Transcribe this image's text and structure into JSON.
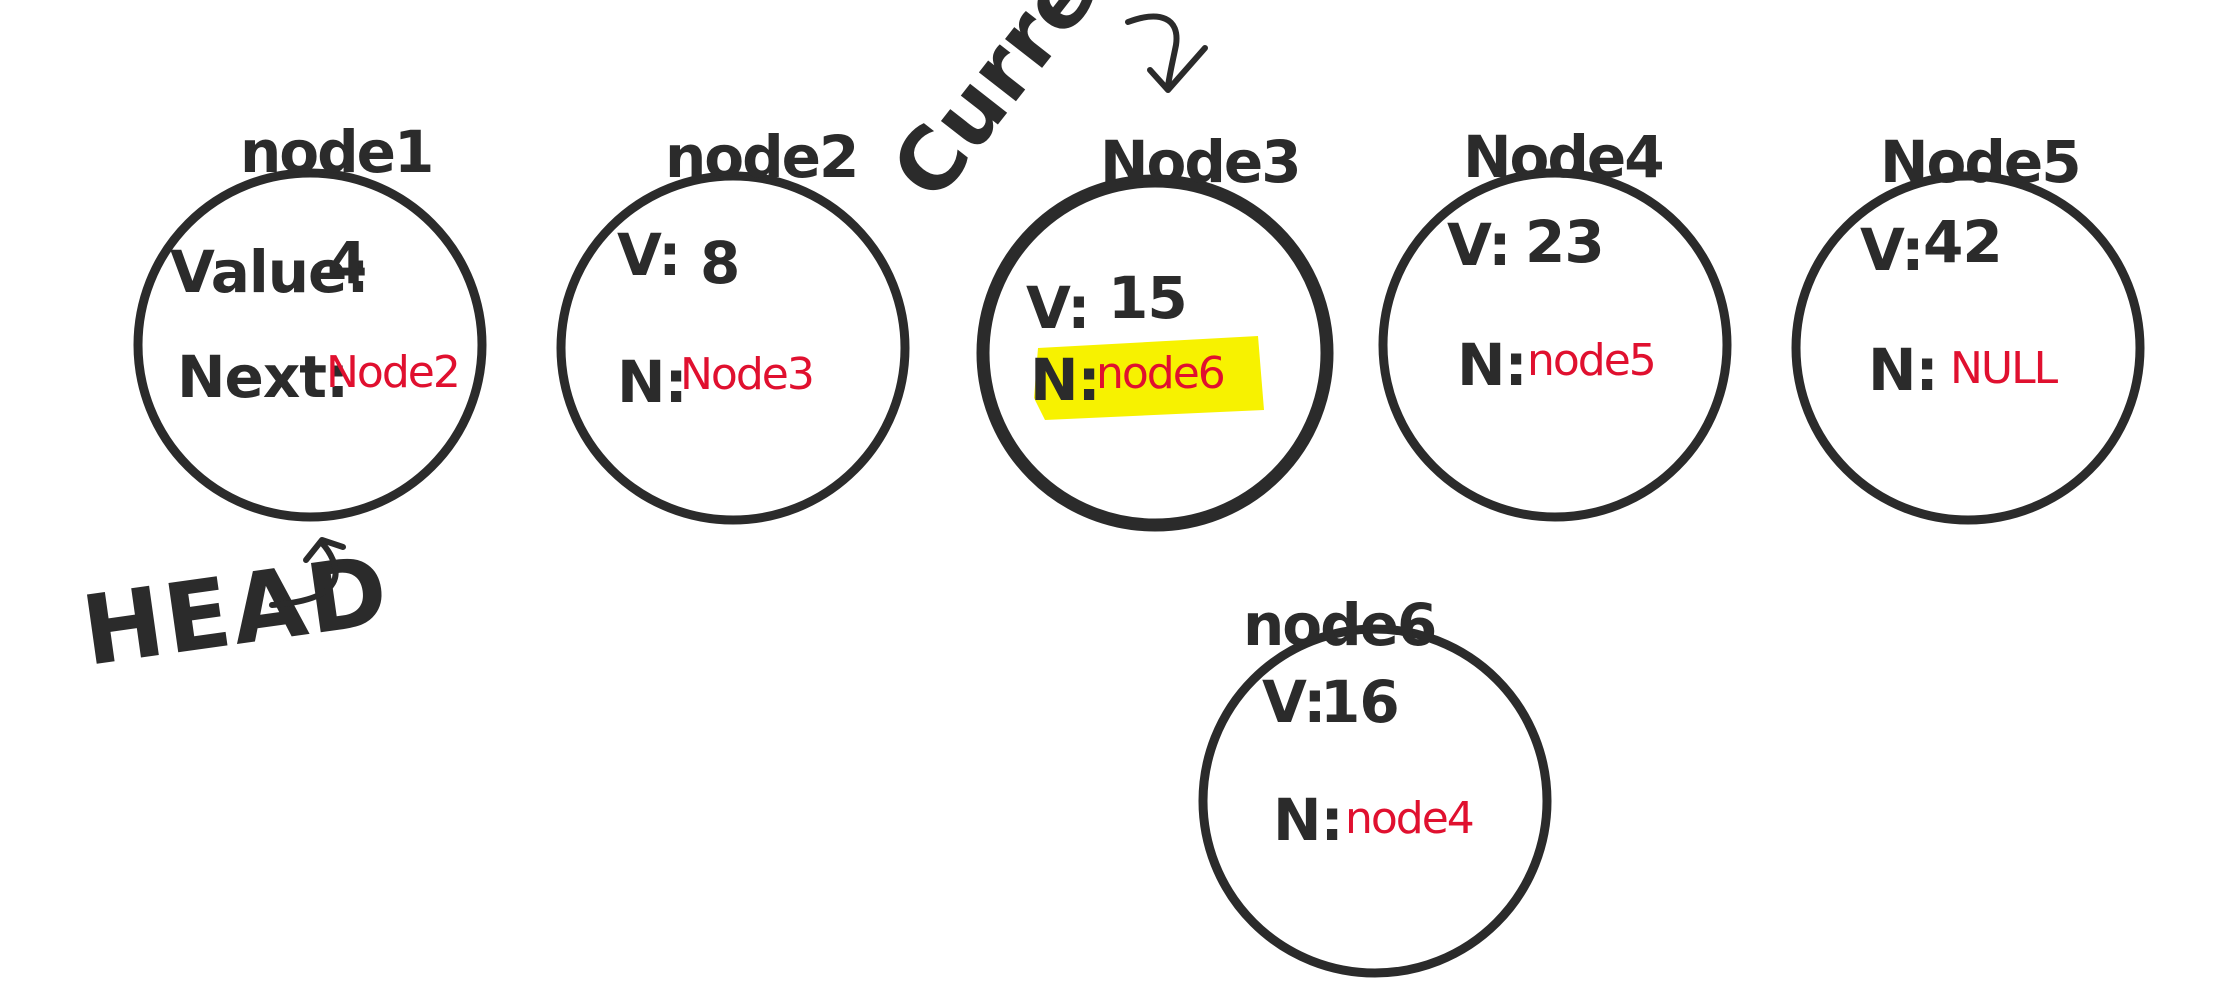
{
  "nodes": [
    {
      "title": "node1",
      "value_label": "Value:",
      "value": "4",
      "next_label": "Next:",
      "next": "Node2"
    },
    {
      "title": "node2",
      "value_label": "V:",
      "value": "8",
      "next_label": "N:",
      "next": "Node3"
    },
    {
      "title": "Node3",
      "value_label": "V:",
      "value": "15",
      "next_label": "N:",
      "next": "node6"
    },
    {
      "title": "Node4",
      "value_label": "V:",
      "value": "23",
      "next_label": "N:",
      "next": "node5"
    },
    {
      "title": "Node5",
      "value_label": "V:",
      "value": "42",
      "next_label": "N:",
      "next": "NULL"
    },
    {
      "title": "node6",
      "value_label": "V:",
      "value": "16",
      "next_label": "N:",
      "next": "node4"
    }
  ],
  "labels": {
    "head": "HEAD",
    "current": "Current"
  },
  "colors": {
    "ink": "#2b2b2b",
    "pointer_text": "#e0102f",
    "highlight": "#f7f200"
  },
  "highlighted_field": "Node3 next pointer"
}
